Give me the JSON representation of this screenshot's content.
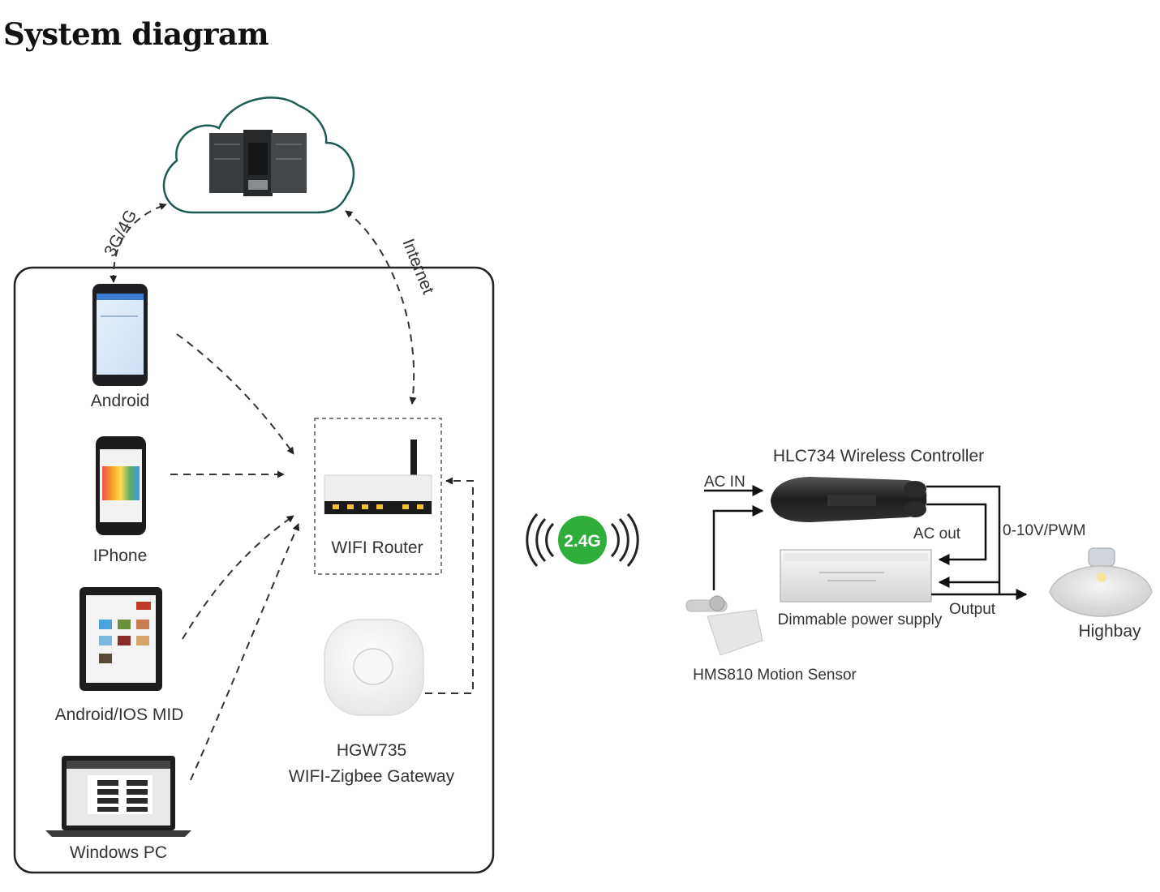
{
  "title": "System diagram",
  "labels": {
    "link_mobile": "3G/4G",
    "link_internet": "Internet",
    "android": "Android",
    "iphone": "IPhone",
    "mid": "Android/IOS MID",
    "pc": "Windows PC",
    "router": "WIFI Router",
    "gateway_model": "HGW735",
    "gateway_name": "WIFI-Zigbee Gateway",
    "zigbee_badge": "2.4G",
    "controller": "HLC734 Wireless Controller",
    "ac_in": "AC IN",
    "ac_out": "AC out",
    "signal": "0-10V/PWM",
    "psu": "Dimmable power supply",
    "output": "Output",
    "highbay": "Highbay",
    "sensor": "HMS810 Motion Sensor"
  },
  "colors": {
    "cloud_stroke": "#1f5c55",
    "zigbee_green": "#2fae3c",
    "router_port": "#f2c230"
  }
}
